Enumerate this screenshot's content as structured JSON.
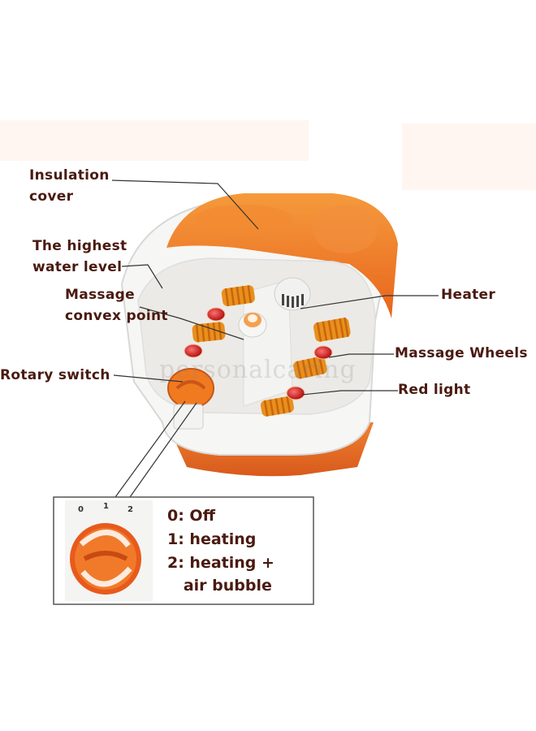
{
  "diagram": {
    "labels": {
      "insulation_cover": "Insulation\ncover",
      "highest_water_level": "The highest\nwater level",
      "massage_convex_point": "Massage\nconvex point",
      "rotary_switch": "Rotary switch",
      "heater": "Heater",
      "massage_wheels": "Massage Wheels",
      "red_light": "Red light"
    },
    "watermark": "personalcaring",
    "dial_numbers": [
      "0",
      "1",
      "2"
    ],
    "legend": [
      "0: Off",
      "1: heating",
      "2: heating +",
      "   air bubble"
    ]
  },
  "colors": {
    "orange": "#f07a20",
    "dark_orange": "#d9561a",
    "label_text": "#4a1a10",
    "basin": "#f4f4f2"
  }
}
